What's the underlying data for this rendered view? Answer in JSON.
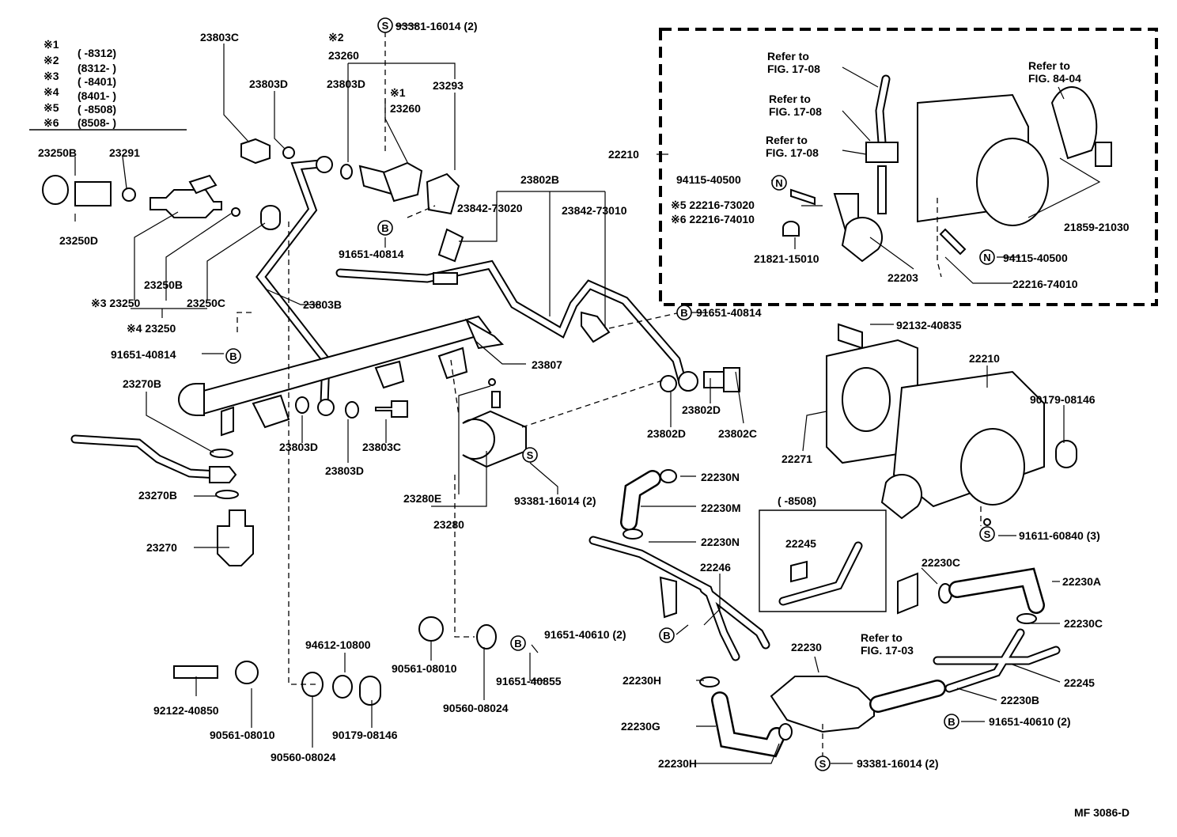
{
  "legend": [
    {
      "mark": "※1",
      "range": "(      -8312)"
    },
    {
      "mark": "※2",
      "range": "(8312-      )"
    },
    {
      "mark": "※3",
      "range": "(      -8401)"
    },
    {
      "mark": "※4",
      "range": "(8401-      )"
    },
    {
      "mark": "※5",
      "range": "(      -8508)"
    },
    {
      "mark": "※6",
      "range": "(8508-      )"
    }
  ],
  "labels": {
    "l23803C_top": "23803C",
    "l_m2_top": "※2",
    "l23260_a": "23260",
    "l93381_top": "93381-16014 (2)",
    "l23803D_a": "23803D",
    "l23803D_b": "23803D",
    "l_m1": "※1",
    "l23260_b": "23260",
    "l23293": "23293",
    "l23250B_a": "23250B",
    "l23291": "23291",
    "l23250D": "23250D",
    "l23802B": "23802B",
    "l23842_73020": "23842-73020",
    "l23842_73010": "23842-73010",
    "l91651_40814_a": "91651-40814",
    "l23250B_b": "23250B",
    "l23250_m3": "※3 23250",
    "l23250C": "23250C",
    "l23803B": "23803B",
    "l23250_m4": "※4  23250",
    "l91651_40814_b": "91651-40814",
    "l23807": "23807",
    "l91651_40814_c": "91651-40814",
    "l23270B_a": "23270B",
    "l23803D_c": "23803D",
    "l23803C_b": "23803C",
    "l23803D_d": "23803D",
    "l23802D_a": "23802D",
    "l23802D_b": "23802D",
    "l23802C": "23802C",
    "l93381_mid": "93381-16014 (2)",
    "l23280E": "23280E",
    "l23280": "23280",
    "l23270B_b": "23270B",
    "l23270": "23270",
    "l94612": "94612-10800",
    "l90561_a": "90561-08010",
    "l91651_40855": "91651-40855",
    "l90560_a": "90560-08024",
    "l92122": "92122-40850",
    "l90561_b": "90561-08010",
    "l90179_a": "90179-08146",
    "l90560_b": "90560-08024",
    "l22210_a": "22210",
    "ref1_a": "Refer to",
    "ref1_b": "FIG. 17-08",
    "ref2_a": "Refer to",
    "ref2_b": "FIG. 17-08",
    "ref3_a": "Refer to",
    "ref3_b": "FIG. 17-08",
    "ref4_a": "Refer to",
    "ref4_b": "FIG. 84-04",
    "l94115_a": "94115-40500",
    "l22216_73020": "※5  22216-73020",
    "l22216_74010_a": "※6  22216-74010",
    "l21821": "21821-15010",
    "l22203": "22203",
    "l21859": "21859-21030",
    "l94115_b": "94115-40500",
    "l22216_74010_b": "22216-74010",
    "l92132": "92132-40835",
    "l22210_b": "22210",
    "l90179_b": "90179-08146",
    "l22271": "22271",
    "l22230N_a": "22230N",
    "l22230M": "22230M",
    "l_8508": "(      -8508)",
    "l22245_a": "22245",
    "l22230N_b": "22230N",
    "l91611": "91611-60840 (3)",
    "l22246": "22246",
    "l22230C_a": "22230C",
    "l22230A": "22230A",
    "l91651_40610_a": "91651-40610 (2)",
    "ref5_a": "Refer to",
    "ref5_b": "FIG. 17-03",
    "l22230C_b": "22230C",
    "l22230": "22230",
    "l22245_b": "22245",
    "l22230H_a": "22230H",
    "l22230B": "22230B",
    "l22230G": "22230G",
    "l91651_40610_b": "91651-40610 (2)",
    "l22230H_b": "22230H",
    "l93381_bot": "93381-16014 (2)",
    "code": "MF 3086-D"
  },
  "symbols": {
    "s": "S",
    "b": "B",
    "n": "N"
  }
}
